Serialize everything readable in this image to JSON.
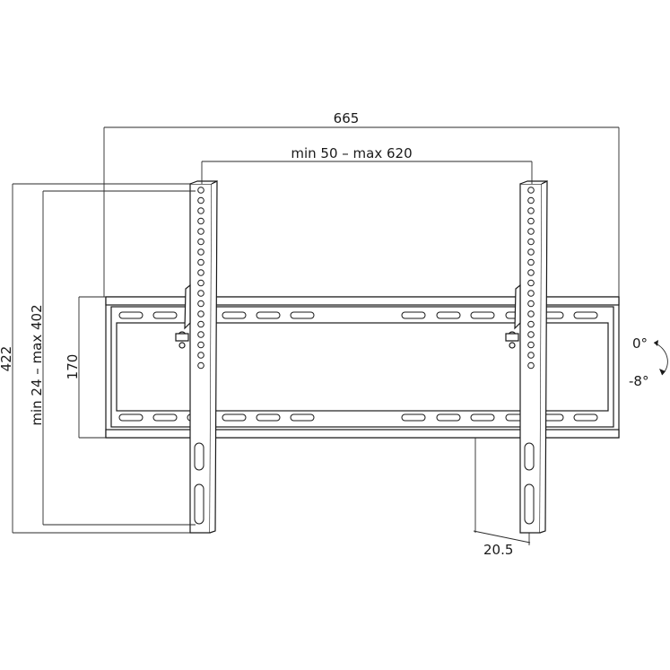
{
  "dimensions": {
    "overall_width": "665",
    "vesa_horizontal": "min 50 – max 620",
    "overall_height": "422",
    "vesa_vertical": "min 24 – max 402",
    "wall_plate_height": "170",
    "wall_depth": "20.5"
  },
  "tilt": {
    "upper": "0°",
    "lower": "-8°"
  },
  "colors": {
    "line": "#1a1a1a",
    "background": "#ffffff"
  }
}
